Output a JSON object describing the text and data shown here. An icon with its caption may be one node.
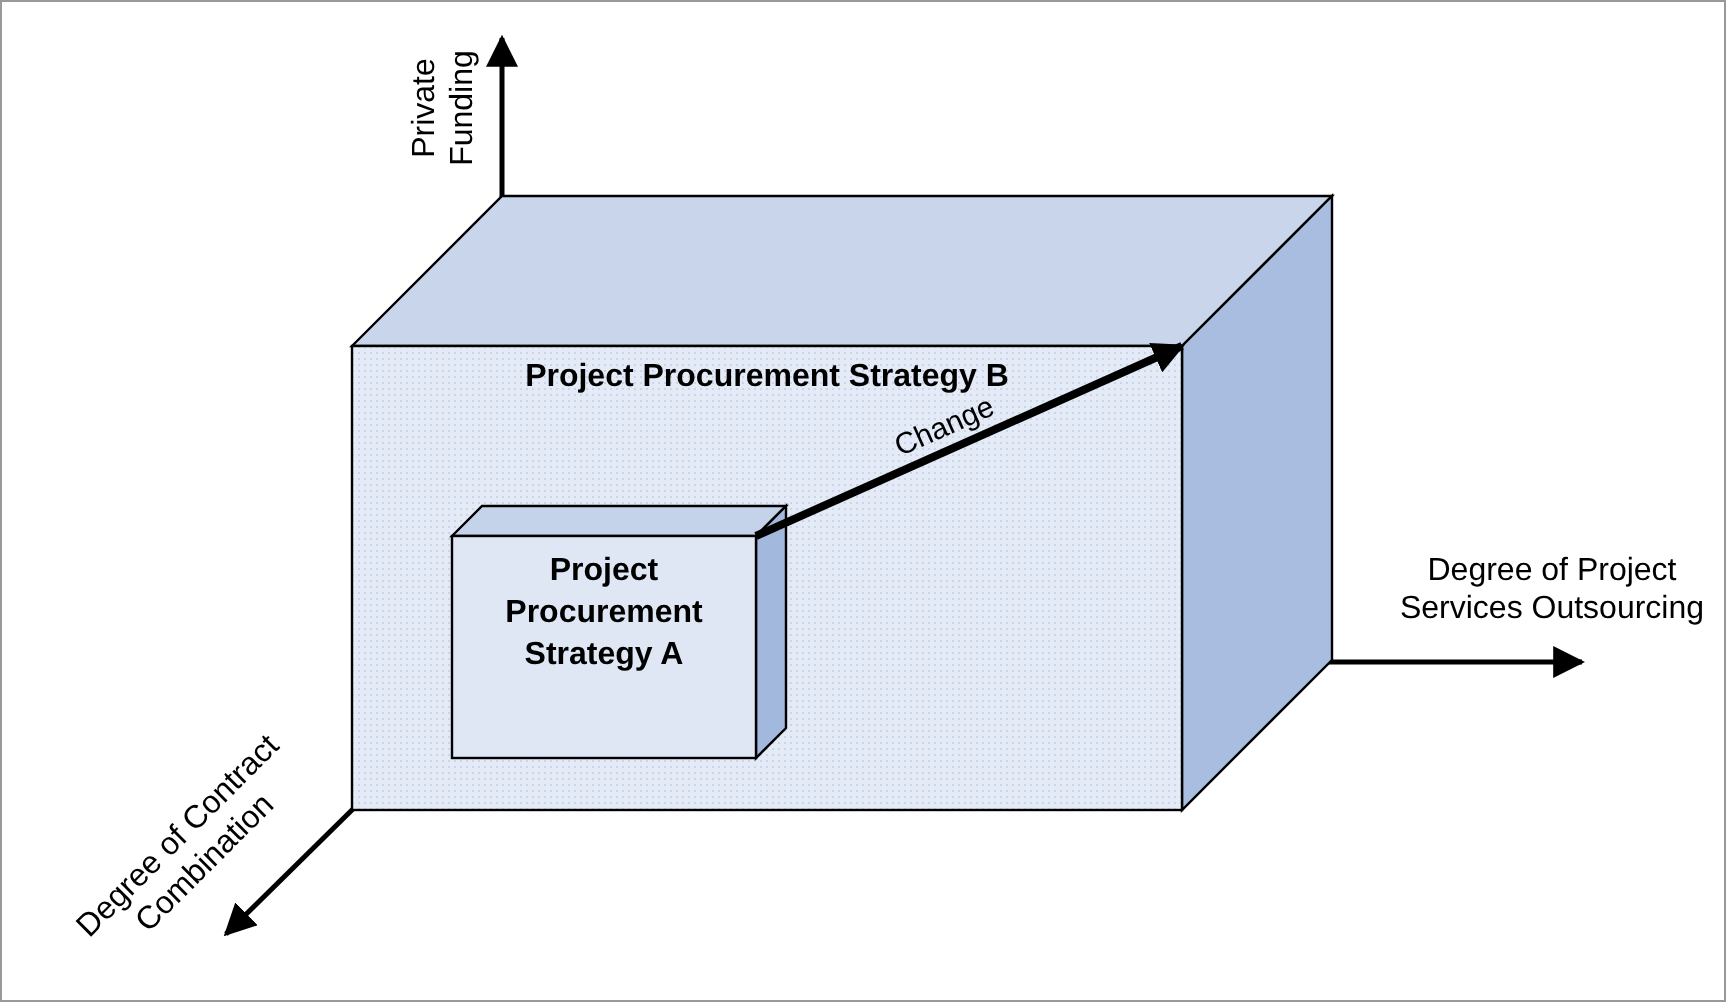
{
  "diagram": {
    "nodes": [
      {
        "text": [
          "Project Procurement Strategy B"
        ]
      },
      {
        "text": [
          "Project Procurement Strategy A"
        ],
        "in": 0
      }
    ],
    "edges": [
      {
        "from": 1,
        "to": 0,
        "arrow": "to",
        "label": "Change"
      }
    ],
    "labels": [
      "Private Funding",
      "Degree of Project Services Outsourcing",
      "Degree of Contract Combination"
    ]
  }
}
